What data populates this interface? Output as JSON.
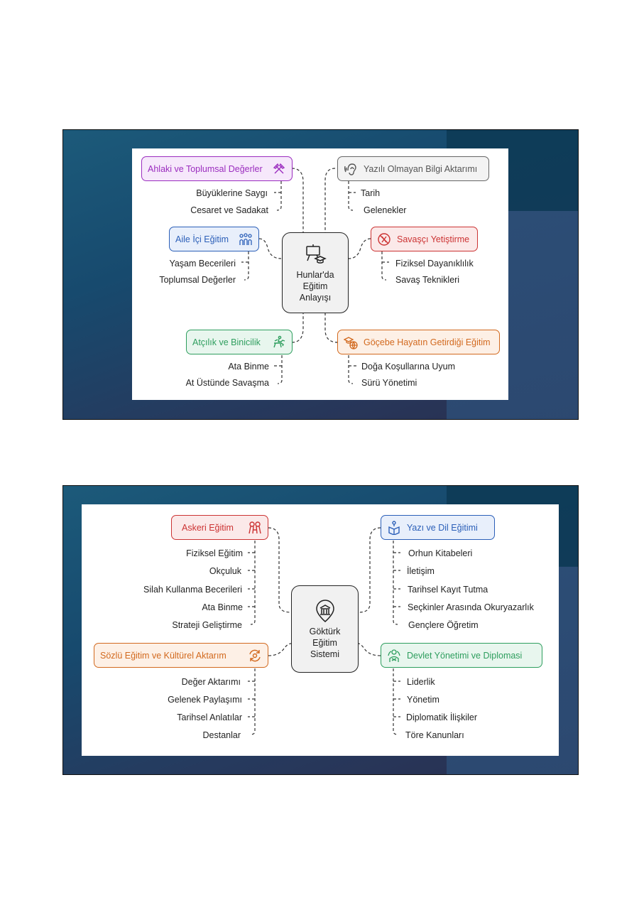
{
  "diagram1": {
    "center": {
      "lines": [
        "Hunlar'da",
        "Eğitim",
        "Anlayışı"
      ],
      "icon": "teaching-board-icon"
    },
    "branches": [
      {
        "label": "Ahlaki ve Toplumsal Değerler",
        "color": "#9b2dbf",
        "bg": "#f6e8fb",
        "icon": "crossed-hammers-icon",
        "items": [
          "Büyüklerine Saygı",
          "Cesaret ve Sadakat"
        ]
      },
      {
        "label": "Yazılı Olmayan Bilgi Aktarımı",
        "color": "#555555",
        "bg": "#f3f3f3",
        "icon": "ear-icon",
        "items": [
          "Tarih",
          "Gelenekler"
        ]
      },
      {
        "label": "Aile İçi Eğitim",
        "color": "#2b5fb8",
        "bg": "#e8effb",
        "icon": "family-icon",
        "items": [
          "Yaşam Becerileri",
          "Toplumsal Değerler"
        ]
      },
      {
        "label": "Savaşçı Yetiştirme",
        "color": "#cc3333",
        "bg": "#fbe9e9",
        "icon": "no-swords-icon",
        "items": [
          "Fiziksel Dayanıklılık",
          "Savaş Teknikleri"
        ]
      },
      {
        "label": "Atçılık ve Binicilik",
        "color": "#2e9e5e",
        "bg": "#e8f6ee",
        "icon": "horse-rider-icon",
        "items": [
          "Ata Binme",
          "At Üstünde Savaşma"
        ]
      },
      {
        "label": "Göçebe Hayatın Getirdiği Eğitim",
        "color": "#d2691e",
        "bg": "#fdf0e6",
        "icon": "globe-education-icon",
        "items": [
          "Doğa Koşullarına Uyum",
          "Sürü Yönetimi"
        ]
      }
    ]
  },
  "diagram2": {
    "center": {
      "lines": [
        "Göktürk",
        "Eğitim",
        "Sistemi"
      ],
      "icon": "bank-pin-icon"
    },
    "branches": [
      {
        "label": "Askeri Eğitim",
        "color": "#cc3333",
        "bg": "#fbe9e9",
        "icon": "hand-grip-icon",
        "items": [
          "Fiziksel Eğitim",
          "Okçuluk",
          "Silah Kullanma Becerileri",
          "Ata Binme",
          "Strateji Geliştirme"
        ]
      },
      {
        "label": "Yazı ve Dil Eğitimi",
        "color": "#2b5fb8",
        "bg": "#e8effb",
        "icon": "book-person-icon",
        "items": [
          "Orhun Kitabeleri",
          "İletişim",
          "Tarihsel Kayıt Tutma",
          "Seçkinler Arasında Okuryazarlık",
          "Gençlere Öğretim"
        ]
      },
      {
        "label": "Sözlü Eğitim ve Kültürel Aktarım",
        "color": "#d2691e",
        "bg": "#fdf0e6",
        "icon": "cycle-exchange-icon",
        "items": [
          "Değer Aktarımı",
          "Gelenek Paylaşımı",
          "Tarihsel Anlatılar",
          "Destanlar"
        ]
      },
      {
        "label": "Devlet Yönetimi ve Diplomasi",
        "color": "#2e9e5e",
        "bg": "#e8f6ee",
        "icon": "leader-globe-icon",
        "items": [
          "Liderlik",
          "Yönetim",
          "Diplomatik İlişkiler",
          "Töre Kanunları"
        ]
      }
    ]
  }
}
